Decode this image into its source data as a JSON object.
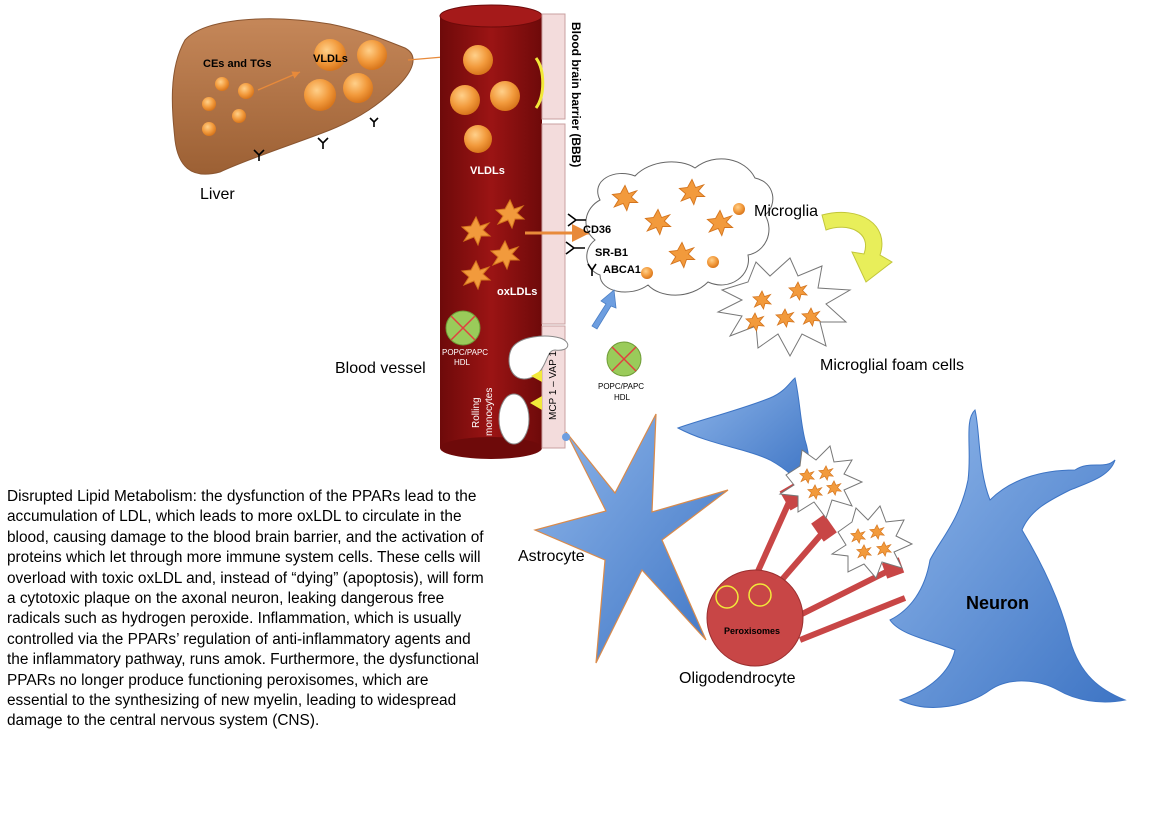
{
  "labels": {
    "liver": "Liver",
    "ces_tgs": "CEs and TGs",
    "vldls_liver": "VLDLs",
    "vldls_vessel": "VLDLs",
    "bbb": "Blood brain barrier (BBB)",
    "oxldls": "oxLDLs",
    "hdl_inside_line1": "POPC/PAPC",
    "hdl_inside_line2": "HDL",
    "hdl_outside_line1": "POPC/PAPC",
    "hdl_outside_line2": "HDL",
    "rolling_monocytes_line1": "Rolling",
    "rolling_monocytes_line2": "monocytes",
    "mcp_vap": "MCP 1 – VAP 1",
    "blood_vessel": "Blood vessel",
    "cd36": "CD36",
    "srb1": "SR-B1",
    "abca1": "ABCA1",
    "microglia": "Microglia",
    "microglial_foam_cells": "Microglial foam cells",
    "astrocyte": "Astrocyte",
    "peroxisomes": "Peroxisomes",
    "oligodendrocyte": "Oligodendrocyte",
    "neuron": "Neuron"
  },
  "description": "Disrupted Lipid Metabolism: the dysfunction of the PPARs lead to the accumulation of LDL, which leads to more oxLDL to circulate in the blood, causing damage to the blood brain barrier, and the activation of proteins which let through more immune system cells. These cells will overload with toxic oxLDL and, instead of “dying” (apoptosis), will form a cytotoxic plaque on the axonal neuron, leaking dangerous free radicals such as hydrogen peroxide. Inflammation, which is usually controlled via the PPARs’ regulation of anti-inflammatory agents and the inflammatory pathway, runs amok. Furthermore, the dysfunctional PPARs no longer produce functioning peroxisomes, which are essential to the synthesizing of new myelin, leading to widespread damage to the central nervous system (CNS).",
  "colors": {
    "liver": "#b5774a",
    "vessel": "#8b1010",
    "lipid": "#f29a3c",
    "bbb_panel": "#f3dcdc",
    "astrocyte": "#5b8fd4",
    "neuron": "#4a86d6",
    "oligodendrocyte": "#c84646",
    "arrow_yellow": "#e8ee5a"
  }
}
